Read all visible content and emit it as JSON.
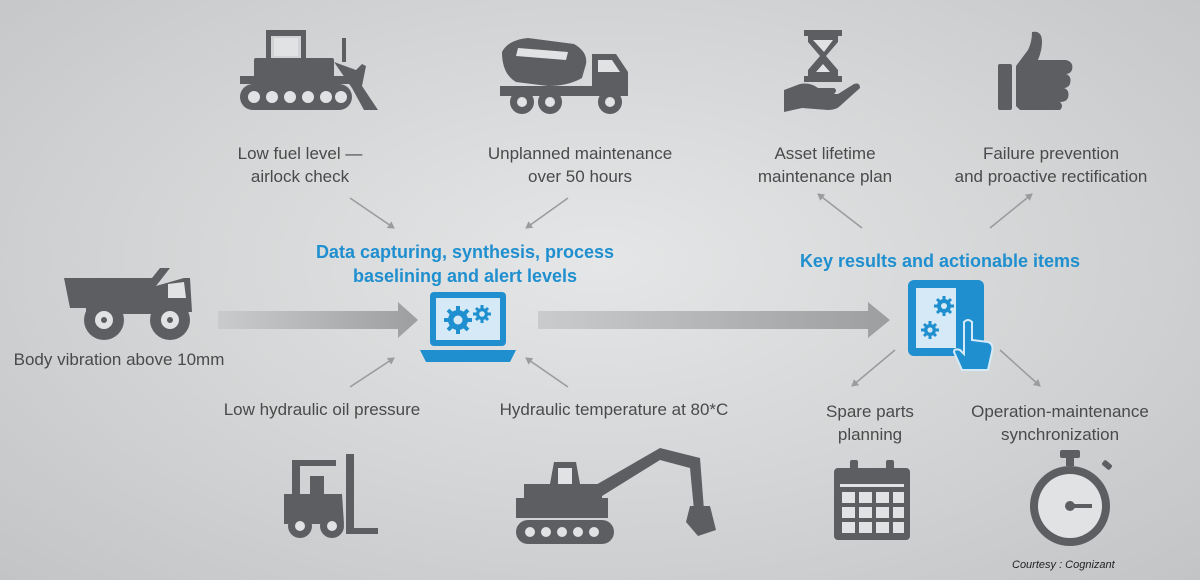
{
  "colors": {
    "accent": "#1f8fcf",
    "icon": "#5c5e61",
    "text": "#4a4a4a",
    "arrow": "#9a9c9e"
  },
  "left_hub": {
    "title": "Data capturing, synthesis, process\nbaselining and alert levels",
    "icon": "laptop-gears-icon"
  },
  "right_hub": {
    "title": "Key results and actionable items",
    "icon": "tablet-gears-touch-icon"
  },
  "inputs": [
    {
      "label": "Low fuel level —\nairlock check",
      "icon": "bulldozer-icon"
    },
    {
      "label": "Unplanned maintenance\nover 50 hours",
      "icon": "cement-mixer-truck-icon"
    },
    {
      "label": "Body vibration above 10mm",
      "icon": "dump-truck-icon"
    },
    {
      "label": "Low hydraulic oil pressure",
      "icon": "forklift-icon"
    },
    {
      "label": "Hydraulic temperature at 80*C",
      "icon": "excavator-icon"
    }
  ],
  "outputs": [
    {
      "label": "Asset lifetime\nmaintenance plan",
      "icon": "hand-hourglass-icon"
    },
    {
      "label": "Failure prevention\nand proactive rectification",
      "icon": "thumbs-up-icon"
    },
    {
      "label": "Spare parts\nplanning",
      "icon": "calendar-icon"
    },
    {
      "label": "Operation-maintenance\nsynchronization",
      "icon": "stopwatch-icon"
    }
  ],
  "credit": "Courtesy : Cognizant"
}
